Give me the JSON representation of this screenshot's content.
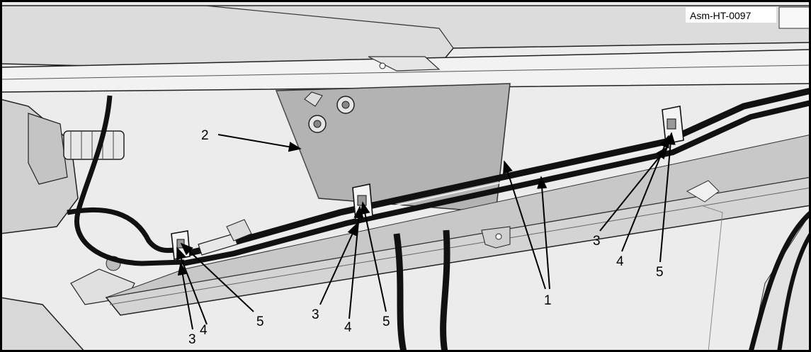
{
  "figure": {
    "reference": "Asm-HT-0097",
    "colors": {
      "frame": "#000000",
      "bracket": "#b3b3b3",
      "rail": "#d4d4d4",
      "hose": "#111111",
      "background": "#ececec"
    },
    "callouts": {
      "hoses": "1",
      "bracket": "2",
      "clamp_left_3": "3",
      "clamp_left_4": "4",
      "clamp_left_5": "5",
      "clamp_mid_3": "3",
      "clamp_mid_4": "4",
      "clamp_mid_5": "5",
      "clamp_right_3": "3",
      "clamp_right_4": "4",
      "clamp_right_5": "5"
    }
  }
}
